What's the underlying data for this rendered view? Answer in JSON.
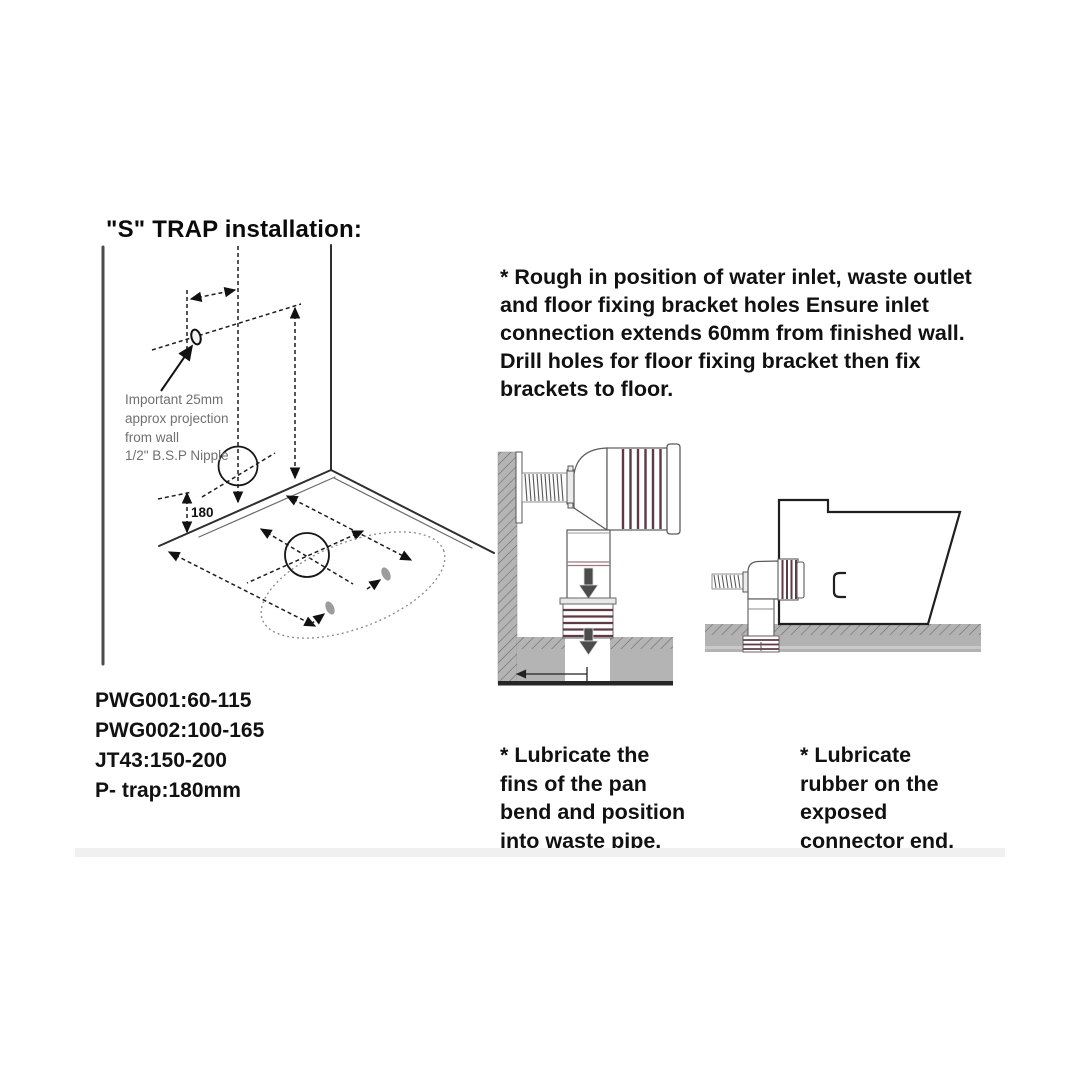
{
  "title": "\"S\" TRAP installation:",
  "instructions": {
    "rough_in": "* Rough in position of water inlet, waste outlet\nand floor fixing bracket holes Ensure inlet\nconnection extends 60mm from finished wall.\nDrill holes for floor fixing bracket then fix\nbrackets to floor.",
    "lubricate_fins": "* Lubricate the\nfins of the pan\nbend and position\ninto waste pipe.",
    "lubricate_rubber": "* Lubricate\nrubber on the\nexposed\nconnector end."
  },
  "product_codes": {
    "lines": [
      "PWG001:60-115",
      "PWG002:100-165",
      "JT43:150-200",
      "P- trap:180mm"
    ]
  },
  "left_diagram": {
    "annotation_lines": [
      "Important 25mm",
      "approx projection",
      "from wall",
      "1/2\" B.S.P Nipple"
    ],
    "dimension_label": "180"
  },
  "colors": {
    "diagram_gray": "#b4b4b4",
    "hatch_gray": "#6b6b6b",
    "rib_maroon": "#5e3a45",
    "arrow_gray": "#4c4c4c",
    "line_dark": "#1d1d1d",
    "annotation_text": "#707070",
    "divider_band": "#f0f0f0"
  }
}
